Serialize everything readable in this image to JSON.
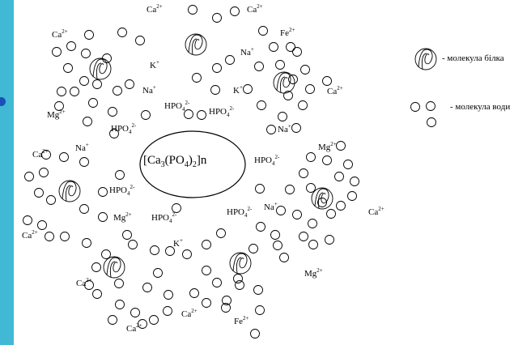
{
  "core": {
    "a": "[Ca",
    "a_sub": "3",
    "b": "(PO",
    "b_sub": "4",
    "c": ")",
    "c_sub": "2",
    "d": "]n"
  },
  "ions": [
    {
      "base": "Ca",
      "charge": "2+"
    },
    {
      "base": "Ca",
      "charge": "2+"
    },
    {
      "base": "Fe",
      "charge": "2+"
    },
    {
      "base": "Ca",
      "charge": "2+"
    },
    {
      "base": "K",
      "charge": "+"
    },
    {
      "base": "Na",
      "charge": "+"
    },
    {
      "base": "Na",
      "charge": "+"
    },
    {
      "base": "K",
      "charge": "+"
    },
    {
      "base": "Ca",
      "charge": "2+"
    },
    {
      "base": "Mg",
      "charge": "2+"
    },
    {
      "base": "Na",
      "charge": "+"
    },
    {
      "base": "Mg",
      "charge": "2+"
    },
    {
      "base": "Ca",
      "charge": "2+"
    },
    {
      "base": "Na",
      "charge": "+"
    },
    {
      "base": "Na",
      "charge": "+"
    },
    {
      "base": "Ca",
      "charge": "2+"
    },
    {
      "base": "Ca",
      "charge": "2+"
    },
    {
      "base": "Mg",
      "charge": "2+"
    },
    {
      "base": "K",
      "charge": "+"
    },
    {
      "base": "Ca",
      "charge": "2+"
    },
    {
      "base": "Mg",
      "charge": "2+"
    },
    {
      "base": "Ca",
      "charge": "2+"
    },
    {
      "base": "Fe",
      "charge": "2+"
    },
    {
      "base": "Ca",
      "charge": "2+"
    }
  ],
  "phosphates": [
    {
      "base": "HPO",
      "sub": "4",
      "charge": "2-"
    },
    {
      "base": "HPO",
      "sub": "4",
      "charge": "2-"
    },
    {
      "base": "HPO",
      "sub": "4",
      "charge": "2-"
    },
    {
      "base": "HPO",
      "sub": "4",
      "charge": "2-"
    },
    {
      "base": "HPO",
      "sub": "4",
      "charge": "2-"
    },
    {
      "base": "HPO",
      "sub": "4",
      "charge": "2-"
    },
    {
      "base": "HPO",
      "sub": "4",
      "charge": "2-"
    }
  ],
  "legend": {
    "protein": "- молекула білка",
    "water": "- молекула води"
  },
  "colors": {
    "side_strip": "#42b9d4",
    "bullet": "#1d4fb8"
  }
}
